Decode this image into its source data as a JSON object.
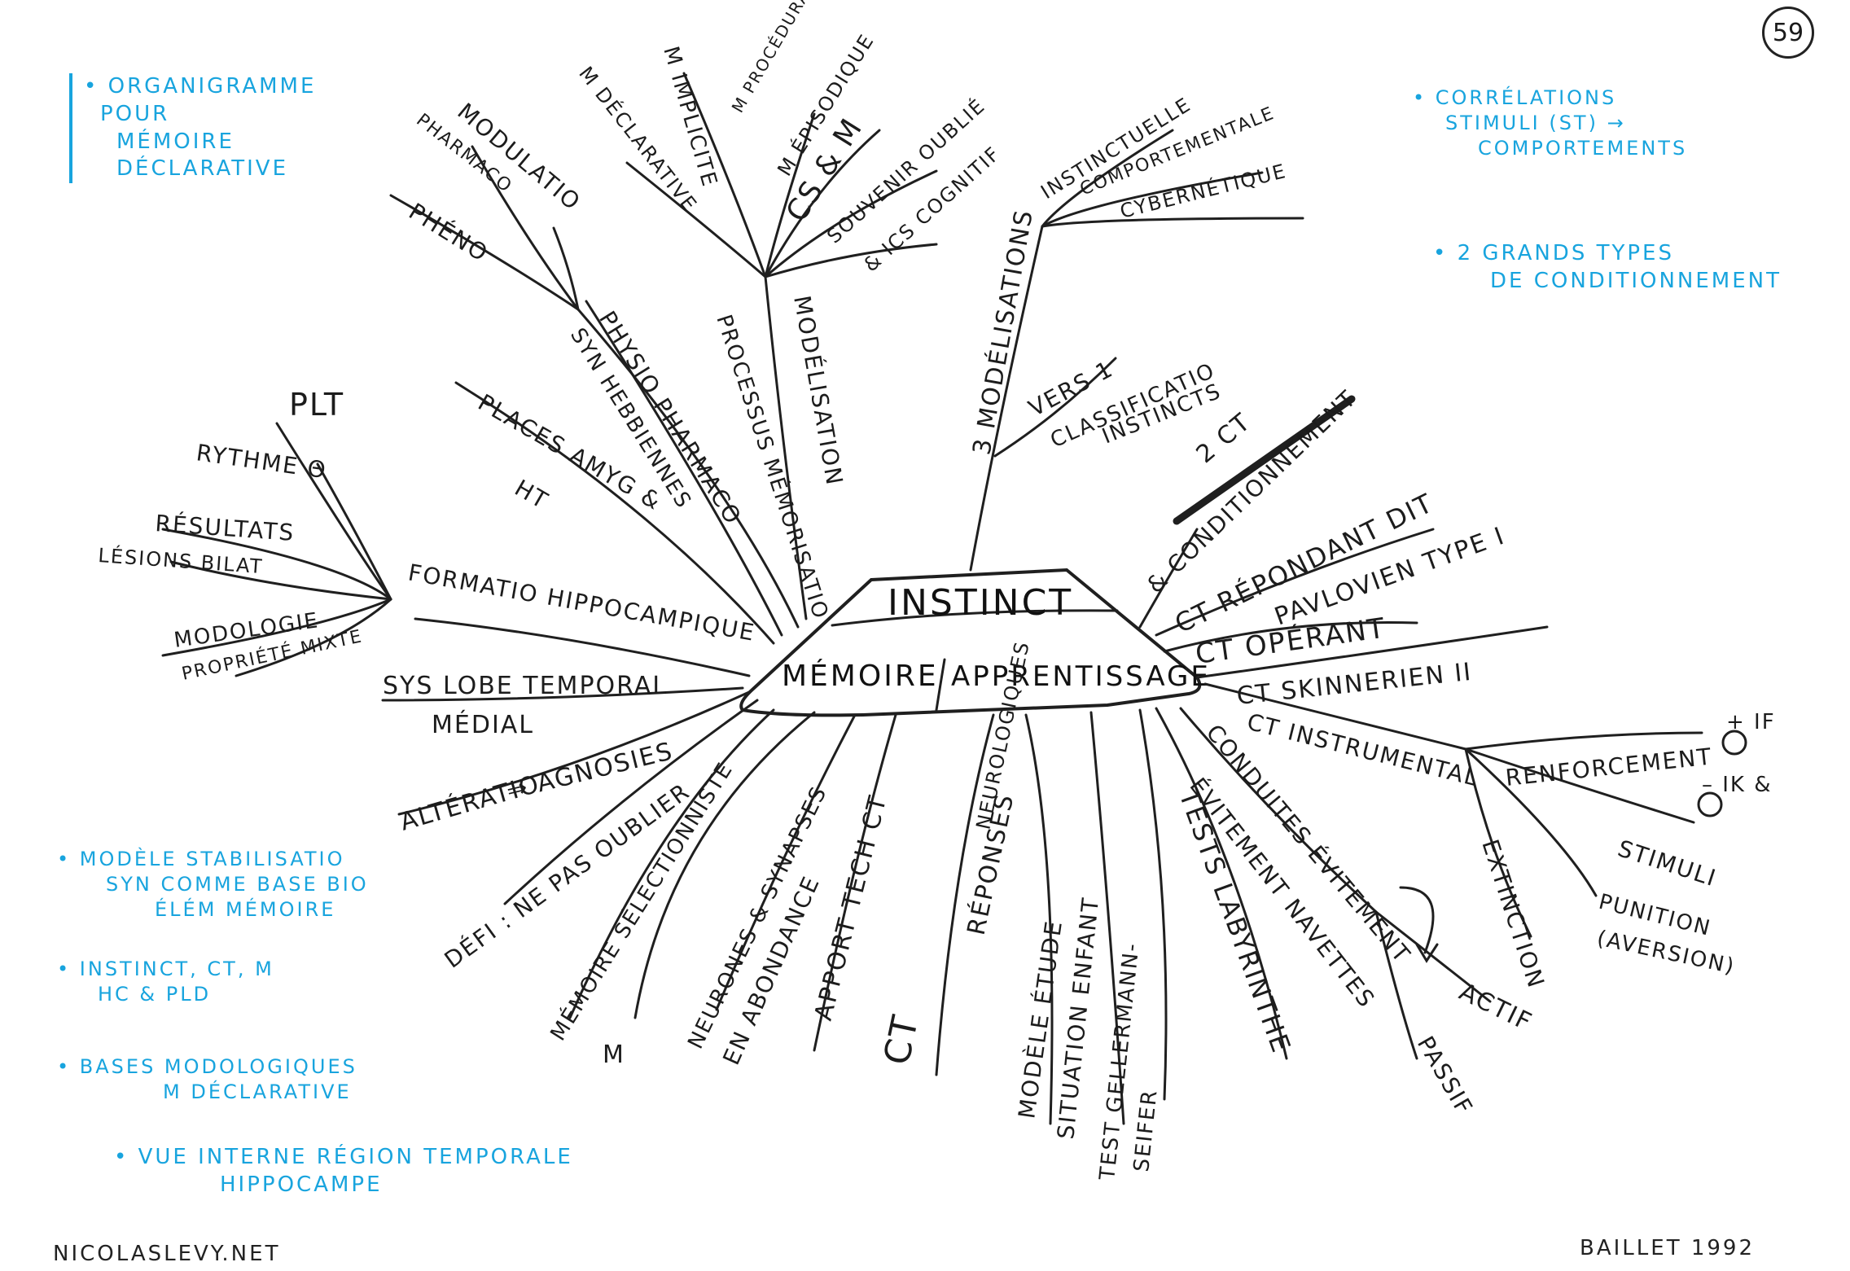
{
  "page_number": "59",
  "center": {
    "top": "INSTINCT",
    "left": "MÉMOIRE",
    "right": "APPRENTISSAGE"
  },
  "branches": {
    "modelisations_3": "3 MODÉLISATIONS",
    "instinctuelle": "INSTINCTUELLE",
    "comportementale": "COMPORTEMENTALE",
    "cybernetique": "CYBERNÉTIQUE",
    "vers_1": "VERS 1",
    "classification": "CLASSIFICATIO",
    "instincts": "INSTINCTS",
    "deux_ct": "2 CT",
    "conditionnement": "& CONDITIONNEMENT",
    "ct_repondant": "CT RÉPONDANT DIT",
    "pavlovien": "PAVLOVIEN TYPE I",
    "ct_operant": "CT OPÉRANT",
    "skinnerien": "CT SKINNERIEN II",
    "instrumental": "CT INSTRUMENTAL",
    "renforcement": "RENFORCEMENT",
    "plus_if": "+ IF",
    "minus_ik": "– IK &",
    "extinction": "EXTINCTION",
    "stimuli": "STIMULI",
    "punition": "PUNITION",
    "aversion": "(AVERSION)",
    "conduites": "CONDUITES ÉVITEMENT",
    "actif": "ACTIF",
    "evitement_navettes": "ÉVITEMENT NAVETTES",
    "passif": "PASSIF",
    "tests_labyrinthe": "TESTS LABYRINTHE",
    "situation_enfant": "SITUATION ENFANT",
    "modele_etude": "MODÈLE ÉTUDE",
    "test_gellermann": "TEST GELLERMANN-",
    "seifer": "SEIFER",
    "reponses": "RÉPONSES",
    "neurologiques": "NEUROLOGIQUES",
    "ct_label": "CT",
    "apport_tech_ct": "APPORT TECH CT",
    "neurones_synapses": "NEURONES & SYNAPSES",
    "en_abondance": "EN ABONDANCE",
    "memoire_selectionniste": "MÉMOIRE SÉLECTIONNISTE",
    "m_letter": "M",
    "defi_oubli": "DÉFI : NE PAS OUBLIER",
    "alteration": "ALTÉRATIO",
    "agnosies": "⇒ AGNOSIES",
    "sys_lobe": "SYS LOBE TEMPORAL",
    "medial": "MÉDIAL",
    "formation_hippocampique": "FORMATIO HIPPOCAMPIQUE",
    "plt": "PLT",
    "rythme_theta": "RYTHME θ",
    "resultats": "RÉSULTATS",
    "lesions_bilat": "LÉSIONS BILAT",
    "modologie": "MODOLOGIE",
    "propriete_mixte": "PROPRIÉTÉ MIXTE",
    "places_amyg": "PLACES AMYG &",
    "ht": "HT",
    "physio_pharmaco": "PHYSIO PHARMACO",
    "synhebbiennes": "SYN HEBBIENNES",
    "modulatio": "MODULATIO",
    "pharmaco": "PHARMACO",
    "pheno": "PHÉNO",
    "processus_memorisation": "PROCESSUS MÉMORISATIO",
    "modelisation": "MODÉLISATION",
    "m_declarative": "M DÉCLARATIVE",
    "m_implicite": "M IMPLICITE",
    "m_procedurale": "M PROCÉDURALE",
    "m_episodique": "M ÉPISODIQUE",
    "cs_m": "CS & M",
    "souvenir_oublie": "SOUVENIR OUBLIÉ",
    "ics_cognitif": "& ICS COGNITIF"
  },
  "notes": {
    "top_left": [
      "• ORGANIGRAMME",
      "POUR",
      "MÉMOIRE",
      "DÉCLARATIVE"
    ],
    "top_right_1": [
      "• CORRÉLATIONS",
      "STIMULI (ST) →",
      "COMPORTEMENTS"
    ],
    "top_right_2": [
      "• 2 GRANDS TYPES",
      "DE CONDITIONNEMENT"
    ],
    "bottom_left_1": [
      "• MODÈLE STABILISATIO",
      "SYN COMME BASE BIO",
      "ÉLÉM MÉMOIRE"
    ],
    "bottom_left_2": [
      "• INSTINCT, CT, M",
      "HC & PLD"
    ],
    "bottom_left_3": [
      "• BASES MODOLOGIQUES",
      "M DÉCLARATIVE"
    ],
    "bottom_left_4": [
      "• VUE INTERNE RÉGION TEMPORALE",
      "HIPPOCAMPE"
    ]
  },
  "footer": {
    "left": "NICOLASLEVY.NET",
    "right": "BAILLET 1992"
  },
  "colors": {
    "ink": "#1f1f1f",
    "note_blue": "#18a4de"
  }
}
